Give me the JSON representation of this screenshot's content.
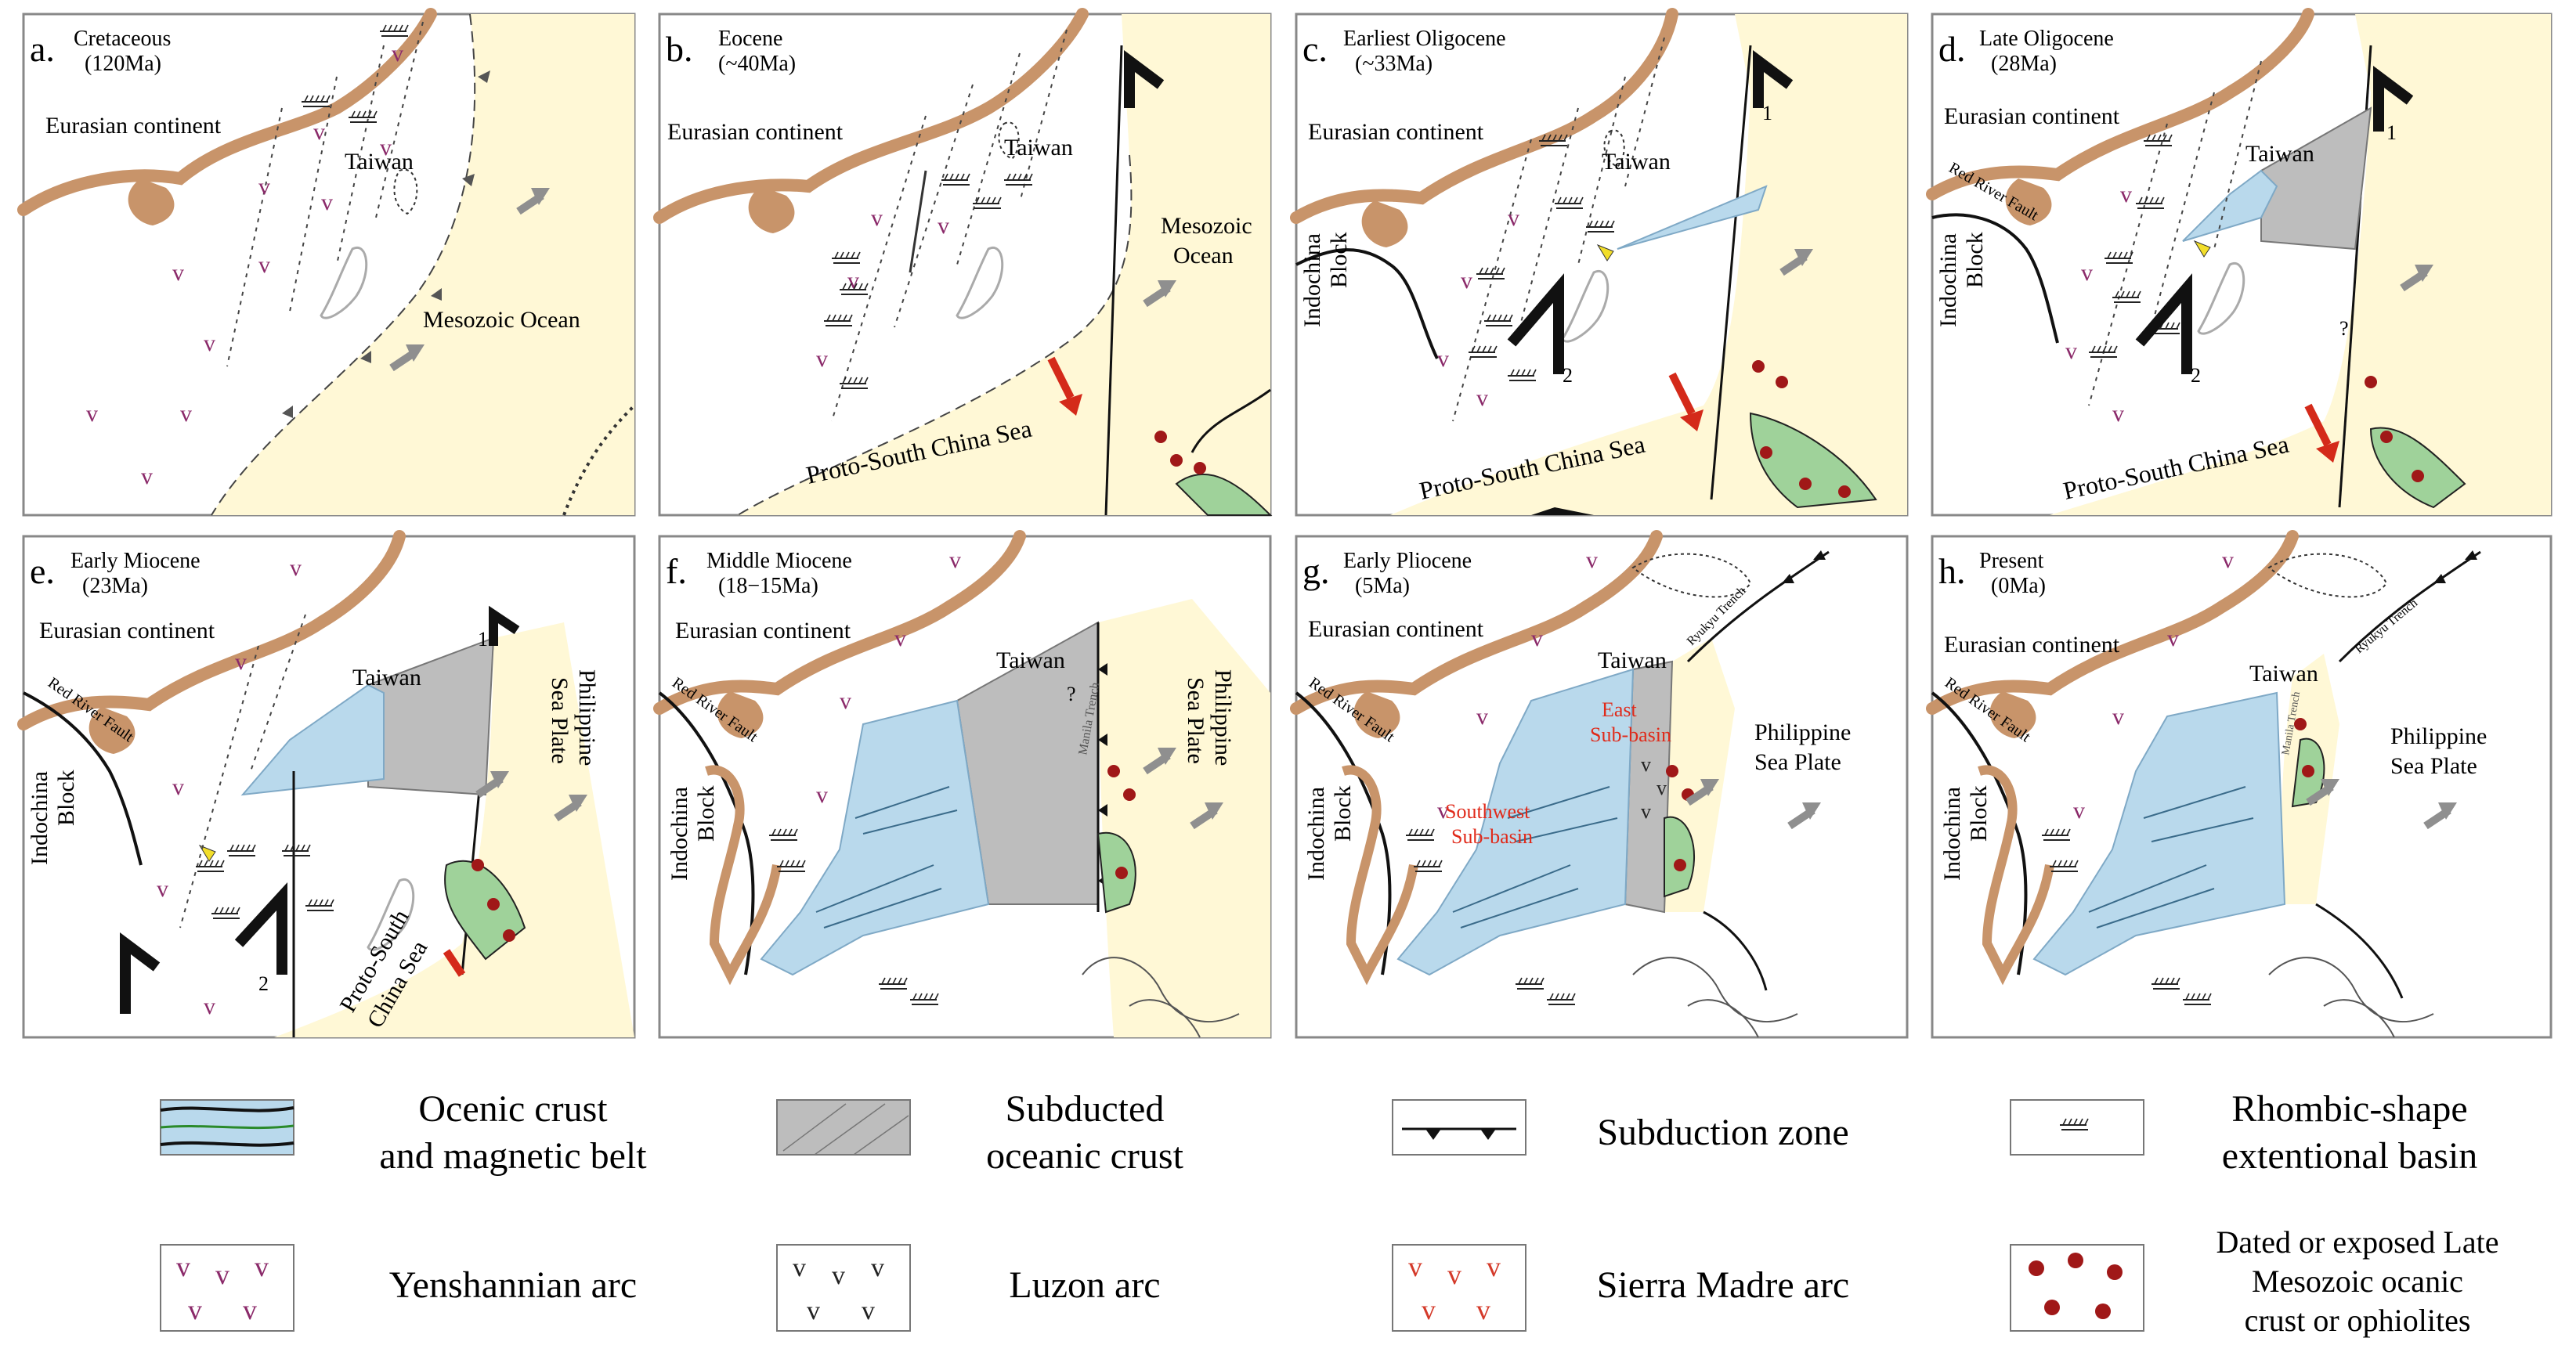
{
  "colors": {
    "continent_margin": "#c8946a",
    "ocean": "#fff8d6",
    "oceanic_crust": "#b9d9ec",
    "subducted_crust": "#bdbdbd",
    "ophiolite_dot": "#a01818",
    "ophiolite_fill": "#9fd29a",
    "yenshan_arc": "#8b2a6a",
    "luzon_arc": "#222222",
    "sierra_arc": "#d43a2a",
    "red_arrow": "#d42a1a",
    "grey_arrow": "#8f8f8f",
    "yellow_arrow": "#f2de2a",
    "sub_basin_label": "#e02a1a"
  },
  "panels": [
    {
      "letter": "a.",
      "stage": "Cretaceous",
      "age": "(120Ma)",
      "labels": {
        "continent": "Eurasian continent",
        "taiwan": "Taiwan",
        "ocean": "Mesozoic Ocean"
      }
    },
    {
      "letter": "b.",
      "stage": "Eocene",
      "age": "(~40Ma)",
      "labels": {
        "continent": "Eurasian continent",
        "taiwan": "Taiwan",
        "ocean1": "Mesozoic",
        "ocean2": "Ocean",
        "sea": "Proto-South China Sea"
      }
    },
    {
      "letter": "c.",
      "stage": "Earliest Oligocene",
      "age": "(~33Ma)",
      "labels": {
        "continent": "Eurasian continent",
        "taiwan": "Taiwan",
        "indochina1": "Indochina",
        "indochina2": "Block",
        "sea": "Proto-South China Sea",
        "n1": "1",
        "n2": "2"
      }
    },
    {
      "letter": "d.",
      "stage": "Late Oligocene",
      "age": "(28Ma)",
      "labels": {
        "continent": "Eurasian continent",
        "taiwan": "Taiwan",
        "fault": "Red River Fault",
        "indochina1": "Indochina",
        "indochina2": "Block",
        "sea": "Proto-South China Sea",
        "n1": "1",
        "n2": "2",
        "q": "?"
      }
    },
    {
      "letter": "e.",
      "stage": "Early Miocene",
      "age": "(23Ma)",
      "labels": {
        "continent": "Eurasian continent",
        "taiwan": "Taiwan",
        "fault": "Red River Fault",
        "indochina1": "Indochina",
        "indochina2": "Block",
        "plate1": "Philippine",
        "plate2": "Sea Plate",
        "sea1": "Proto-South",
        "sea2": "China Sea",
        "n1": "1",
        "n2": "2"
      }
    },
    {
      "letter": "f.",
      "stage": "Middle Miocene",
      "age": "(18−15Ma)",
      "labels": {
        "continent": "Eurasian continent",
        "taiwan": "Taiwan",
        "q": "?",
        "fault": "Red River Fault",
        "indochina1": "Indochina",
        "indochina2": "Block",
        "plate1": "Philippine",
        "plate2": "Sea Plate",
        "trench": "Manila Trench"
      }
    },
    {
      "letter": "g.",
      "stage": "Early Pliocene",
      "age": "(5Ma)",
      "labels": {
        "continent": "Eurasian continent",
        "taiwan": "Taiwan",
        "fault": "Red River Fault",
        "indochina1": "Indochina",
        "indochina2": "Block",
        "plate1": "Philippine",
        "plate2": "Sea Plate",
        "ryukyu": "Ryukyu Trench",
        "east1": "East",
        "east2": "Sub-basin",
        "sw1": "Southwest",
        "sw2": "Sub-basin"
      }
    },
    {
      "letter": "h.",
      "stage": "Present",
      "age": "(0Ma)",
      "labels": {
        "continent": "Eurasian continent",
        "taiwan": "Taiwan",
        "fault": "Red River Fault",
        "indochina1": "Indochina",
        "indochina2": "Block",
        "plate1": "Philippine",
        "plate2": "Sea Plate",
        "ryukyu": "Ryukyu Trench",
        "trench": "Manila Trench"
      }
    }
  ],
  "legend": [
    {
      "symbol": "oceanic-crust",
      "lines": [
        "Ocenic crust",
        "and magnetic belt"
      ]
    },
    {
      "symbol": "subducted-crust",
      "lines": [
        "Subducted",
        "oceanic crust"
      ]
    },
    {
      "symbol": "subduction-zone",
      "lines": [
        "Subduction zone"
      ]
    },
    {
      "symbol": "rhombic-basin",
      "lines": [
        "Rhombic-shape",
        "extentional basin"
      ]
    },
    {
      "symbol": "yenshannian-arc",
      "lines": [
        "Yenshannian arc"
      ]
    },
    {
      "symbol": "luzon-arc",
      "lines": [
        "Luzon arc"
      ]
    },
    {
      "symbol": "sierra-madre-arc",
      "lines": [
        "Sierra Madre arc"
      ]
    },
    {
      "symbol": "ophiolite-dots",
      "lines": [
        "Dated or exposed Late",
        "Mesozoic ocanic",
        "crust or ophiolites"
      ]
    }
  ]
}
